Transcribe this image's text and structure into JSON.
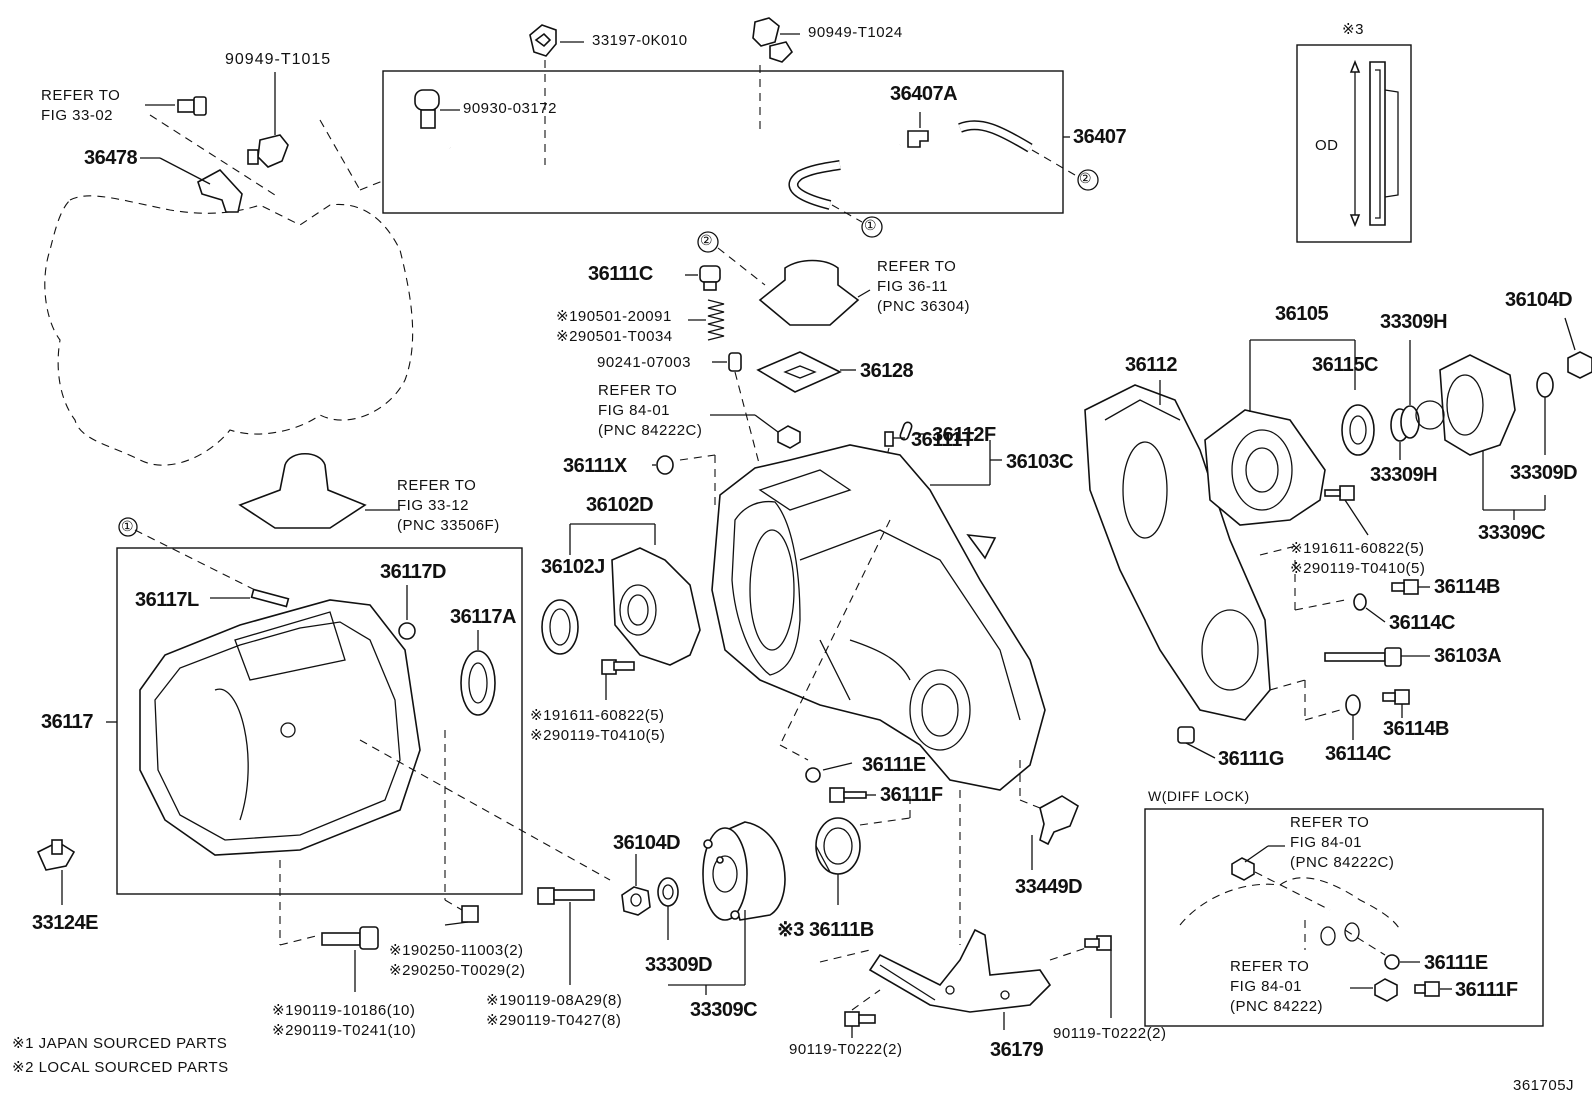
{
  "labels": {
    "p90949_T1015": "90949-T1015",
    "refer_33_02": "REFER TO\nFIG 33-02",
    "p36478": "36478",
    "p33197_0K010": "33197-0K010",
    "p90949_T1024": "90949-T1024",
    "p90930_03172": "90930-03172",
    "p36407A": "36407A",
    "p36407": "36407",
    "p36111C": "36111C",
    "refer_36_11": "REFER TO\nFIG 36-11\n(PNC 36304)",
    "p190501_20091": "※190501-20091",
    "p290501_T0034": "※290501-T0034",
    "p90241_07003": "90241-07003",
    "p36128": "36128",
    "refer_84_01_a": "REFER TO\nFIG 84-01\n(PNC 84222C)",
    "p36112F": "36112F",
    "p36111T": "36111T",
    "p36103C": "36103C",
    "p36111X": "36111X",
    "refer_33_12": "REFER TO\nFIG 33-12\n(PNC 33506F)",
    "p36102D": "36102D",
    "p36102J": "36102J",
    "p191611_60822_a": "※191611-60822(5)",
    "p290119_T0410_a": "※290119-T0410(5)",
    "p36117D": "36117D",
    "p36117L": "36117L",
    "p36117A": "36117A",
    "p36117": "36117",
    "p33124E": "33124E",
    "p190119_10186": "※190119-10186(10)",
    "p290119_T0241": "※290119-T0241(10)",
    "p190250_11003": "※190250-11003(2)",
    "p290250_T0029": "※290250-T0029(2)",
    "p190119_08A29": "※190119-08A29(8)",
    "p290119_T0427": "※290119-T0427(8)",
    "p36104D_a": "36104D",
    "p33309D_a": "33309D",
    "p33309C_a": "33309C",
    "p36111E_a": "36111E",
    "p36111F_a": "36111F",
    "p36111B": "※3 36111B",
    "p33449D": "33449D",
    "p36179": "36179",
    "p90119_T0222_a": "90119-T0222(2)",
    "p90119_T0222_b": "90119-T0222(2)",
    "p36112": "36112",
    "p36105": "36105",
    "p36115C": "36115C",
    "p33309H_a": "33309H",
    "p33309H_b": "33309H",
    "p36104D_b": "36104D",
    "p33309D_b": "33309D",
    "p33309C_b": "33309C",
    "p191611_60822_b": "※191611-60822(5)",
    "p290119_T0410_b": "※290119-T0410(5)",
    "p36114B_a": "36114B",
    "p36114C_a": "36114C",
    "p36103A": "36103A",
    "p36114B_b": "36114B",
    "p36114C_b": "36114C",
    "p36111G": "36111G",
    "diff_lock": "W(DIFF LOCK)",
    "refer_84_01_b": "REFER TO\nFIG 84-01\n(PNC 84222C)",
    "refer_84_01_c": "REFER TO\nFIG 84-01\n(PNC 84222)",
    "p36111E_b": "36111E",
    "p36111F_b": "36111F",
    "note3": "※3",
    "od": "OD",
    "circle1_a": "①",
    "circle1_b": "①",
    "circle2_a": "②",
    "circle2_b": "②",
    "legend1": "※1 JAPAN SOURCED PARTS",
    "legend2": "※2 LOCAL SOURCED PARTS",
    "fig_no": "361705J"
  }
}
